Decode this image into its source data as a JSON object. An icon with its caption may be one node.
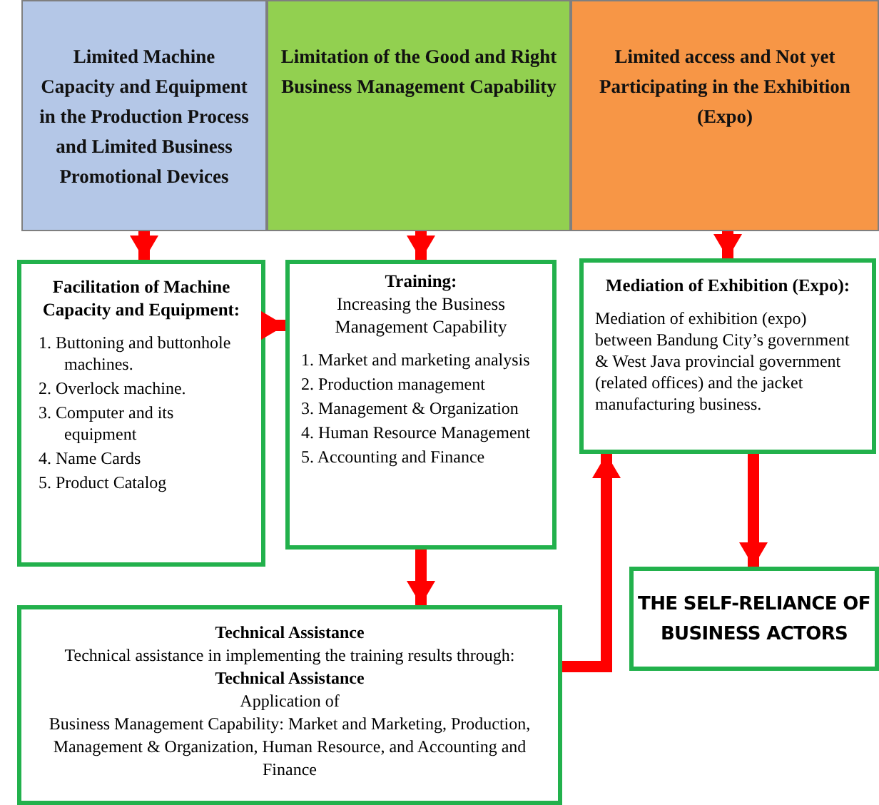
{
  "diagram": {
    "nodes": [
      {
        "text": [
          "Limited Machine Capacity and Equipment in the Production Process and Limited Business Promotional Devices"
        ]
      },
      {
        "text": [
          "Limitation of the Good and Right Business Management Capability"
        ]
      },
      {
        "text": [
          "Limited access and Not yet Participating in the Exhibition (Expo)"
        ]
      },
      {
        "text": [
          "Facilitation of Machine Capacity and Equipment:",
          "1. Buttoning and buttonhole machines.",
          "2. Overlock machine.",
          "3. Computer and its equipment",
          "4. Name Cards",
          "5. Product Catalog"
        ]
      },
      {
        "text": [
          "Training:",
          "Increasing the Business Management Capability",
          "1. Market and marketing analysis",
          "2. Production management",
          "3. Management & Organization",
          "4. Human Resource Management",
          "5. Accounting and Finance"
        ]
      },
      {
        "text": [
          "Mediation of Exhibition (Expo):",
          "Mediation of exhibition (expo) between Bandung City’s government & West Java provincial government (related offices) and the jacket manufacturing business."
        ]
      },
      {
        "text": [
          "THE SELF-RELIANCE OF BUSINESS ACTORS"
        ]
      },
      {
        "text": [
          "Technical Assistance",
          "Technical assistance in implementing the training results through:",
          "Technical Assistance",
          "Application of",
          "Business Management Capability: Market and Marketing, Production, Management & Organization, Human Resource, and Accounting and Finance"
        ]
      }
    ],
    "edges": [
      {
        "from": 0,
        "to": 3,
        "arrow": "to"
      },
      {
        "from": 1,
        "to": 4,
        "arrow": "to"
      },
      {
        "from": 2,
        "to": 5,
        "arrow": "to"
      },
      {
        "from": 3,
        "to": 4,
        "arrow": "to"
      },
      {
        "from": 4,
        "to": 7,
        "arrow": "to"
      },
      {
        "from": 7,
        "to": 5,
        "arrow": "to"
      },
      {
        "from": 5,
        "to": 6,
        "arrow": "to"
      }
    ]
  }
}
